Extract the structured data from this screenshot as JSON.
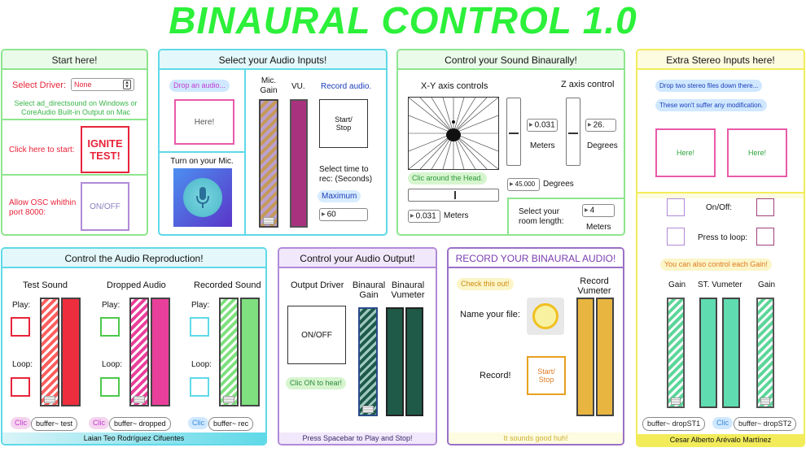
{
  "title": "BINAURAL CONTROL 1.0",
  "start": {
    "header": "Start here!",
    "driver_label": "Select Driver:",
    "driver_value": "None",
    "driver_hint": "Select ad_directsound on Windows or CoreAudio Built-in Output on Mac",
    "ignite_label": "Click here to start:",
    "ignite_button": "IGNITE TEST!",
    "osc_label": "Allow OSC whithin port 8000:",
    "osc_button": "ON/OFF"
  },
  "inputs": {
    "header": "Select your Audio Inputs!",
    "drop_pill": "Drop an audio...",
    "drop_target": "Here!",
    "mic_label": "Turn on your Mic.",
    "mic_gain_label": "Mic. Gain",
    "vu_label": "VU.",
    "record_label": "Record audio.",
    "start_stop": "Start/ Stop",
    "rec_time_label": "Select time to rec: (Seconds)",
    "maximum": "Maximum",
    "rec_time_value": "60"
  },
  "binaural": {
    "header": "Control your Sound Binaurally!",
    "xy_label": "X-Y axis controls",
    "z_label": "Z axis control",
    "click_pill": "Clic around the Head.",
    "meters_value": "0.031",
    "meters_label": "Meters",
    "degrees_value": "26.",
    "degrees_label": "Degrees",
    "angle_value": "45.000",
    "angle_label": "Degrees",
    "x_value": "0.031",
    "x_label": "Meters",
    "room_label": "Select your room length:",
    "room_value": "4",
    "room_unit": "Meters"
  },
  "extra": {
    "header": "Extra Stereo Inputs here!",
    "pill1": "Drop two stereo files down there...",
    "pill2": "These won't suffer any modification.",
    "here1": "Here!",
    "here2": "Here!",
    "onoff_label": "On/Off:",
    "loop_label": "Press to loop:",
    "gain_pill": "You can also control each Gain!",
    "gain_left": "Gain",
    "vumeter": "ST. Vumeter",
    "gain_right": "Gain",
    "buf1": "buffer~ dropST1",
    "clic": "Clic",
    "buf2": "buffer~ dropST2",
    "author": "Cesar Alberto Arévalo Martínez"
  },
  "repro": {
    "header": "Control the Audio Reproduction!",
    "col1": "Test Sound",
    "col2": "Dropped Audio",
    "col3": "Recorded Sound",
    "play": "Play:",
    "loop": "Loop:",
    "clic": "Clic",
    "buf1": "buffer~ test",
    "buf2": "buffer~ dropped",
    "buf3": "buffer~ rec",
    "author": "Laian Teo Rodríguez Cifuentes"
  },
  "output": {
    "header": "Control your Audio Output!",
    "driver_label": "Output Driver",
    "gain_label": "Binaural Gain",
    "vu_label": "Binaural Vumeter",
    "onoff": "ON/OFF",
    "clic_pill": "Clic ON to hear!",
    "footer": "Press Spacebar to Play and Stop!"
  },
  "record": {
    "header": "RECORD YOUR BINAURAL AUDIO!",
    "check_pill": "Check this out!",
    "vu_label": "Record Vumeter",
    "name_label": "Name your file:",
    "record_label": "Record!",
    "start_stop": "Start/ Stop",
    "footer": "It sounds good huh!"
  },
  "colors": {
    "green": "#2cf03a",
    "cyan": "#5fd9e8",
    "lime": "#8ee58e",
    "yellow": "#f2ec5a",
    "purple": "#b18ad8",
    "red": "#e8243a"
  }
}
